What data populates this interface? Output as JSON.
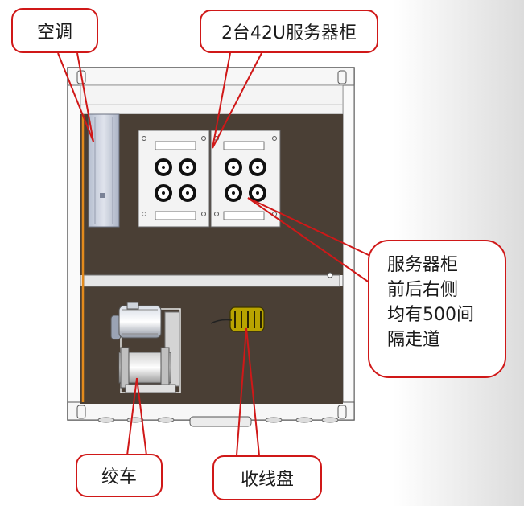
{
  "labels": {
    "air_conditioner": "空调",
    "server_racks": "2台42U服务器柜",
    "aisle_note": [
      "服务器柜",
      "前后右侧",
      "均有500间",
      "隔走道"
    ],
    "winch": "绞车",
    "cable_reel": "收线盘"
  },
  "colors": {
    "callout_border": "#d01818",
    "leader_line": "#d01818",
    "floor": "#4a3f35",
    "wall": "#efefef",
    "frame_outline": "#555555",
    "background_gradient_right": "#dcdcdc"
  }
}
